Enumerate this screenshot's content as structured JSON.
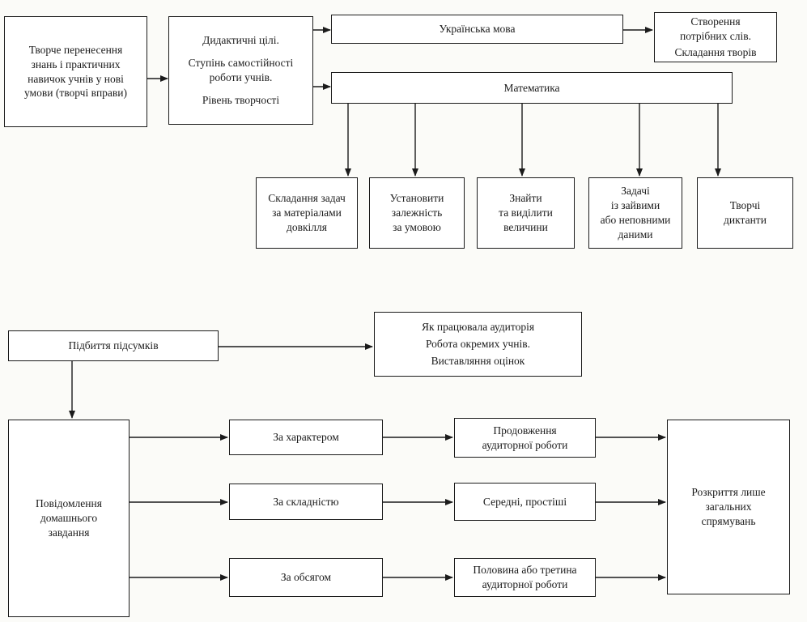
{
  "top": {
    "transfer": "Творче перенесення\nзнань і практичних\nнавичок учнів у нові\nумови (творчі вправи)",
    "goals": {
      "line1": "Дидактичні цілі.",
      "line2": "Ступінь самостійності\nроботи учнів.",
      "line3": "Рівень творчості"
    },
    "ukrainian": "Українська мова",
    "ukrainian_result": {
      "line1": "Створення\nпотрібних слів.",
      "line2": "Складання творів"
    },
    "math": "Математика",
    "math_items": [
      "Складання задач\nза матеріалами\nдовкілля",
      "Установити\nзалежність\nза умовою",
      "Знайти\nта виділити\nвеличини",
      "Задачі\nіз зайвими\nабо неповними\nданими",
      "Творчі\nдиктанти"
    ]
  },
  "bottom": {
    "summary": "Підбиття підсумків",
    "summary_details": [
      "Як працювала аудиторія",
      "Робота окремих учнів.",
      "Виставляння оцінок"
    ],
    "homework": "Повідомлення\nдомашнього\nзавдання",
    "criteria": [
      "За характером",
      "За складністю",
      "За обсягом"
    ],
    "criteria_results": [
      "Продовження\nаудиторної роботи",
      "Середні, простіші",
      "Половина або третина\nаудиторної роботи"
    ],
    "final": "Розкриття лише\nзагальних\nспрямувань"
  }
}
